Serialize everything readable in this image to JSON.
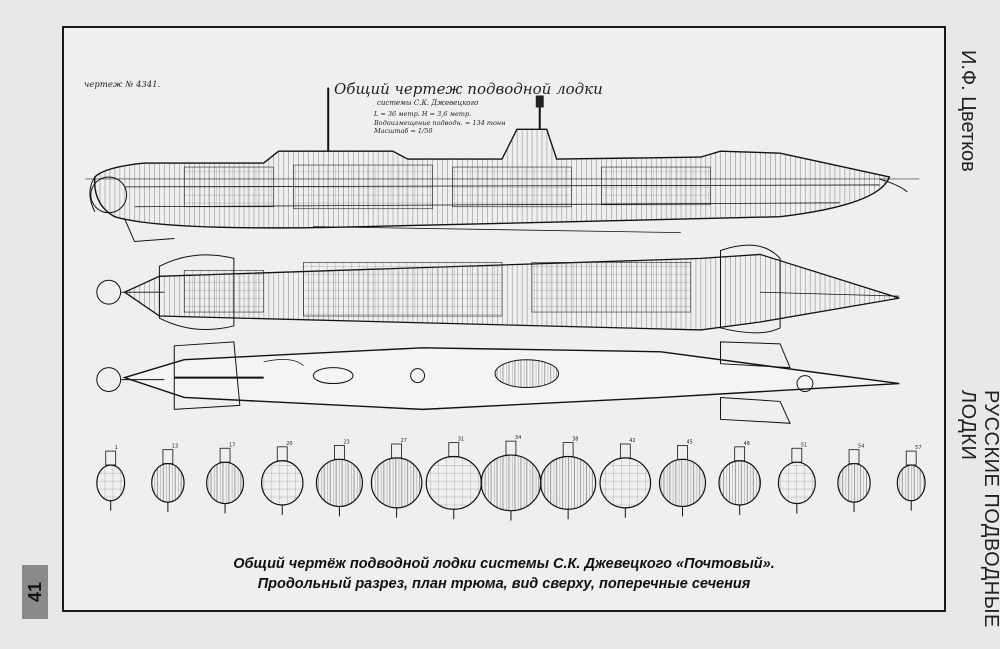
{
  "header": {
    "author": "И.Ф. Цветков",
    "book_title": "РУССКИЕ ПОДВОДНЫЕ ЛОДКИ"
  },
  "page_number": "41",
  "drawing_text": {
    "drawing_number": "чертеж № 4341.",
    "title": "Общий чертеж подводной лодки",
    "subtitle": "системы С.К. Джевецкого",
    "spec_lines": [
      "L = 36 метр. Н = 3,6 метр.",
      "Водоизмещение подводн. = 134 тонн",
      "Масштаб = 1/50"
    ]
  },
  "caption": {
    "line1": "Общий чертёж подводной лодки системы С.К. Джевецкого «Почтовый».",
    "line2": "Продольный разрез, план трюма, вид сверху, поперечные сечения"
  },
  "sections": {
    "count": 15,
    "labels": [
      "1",
      "13",
      "17",
      "20",
      "23",
      "27",
      "31",
      "34",
      "38",
      "42",
      "45",
      "48",
      "51",
      "54",
      "57"
    ]
  },
  "colors": {
    "ink": "#1a1a1a",
    "paper": "#efefed",
    "page_tab": "#8a8a88"
  }
}
